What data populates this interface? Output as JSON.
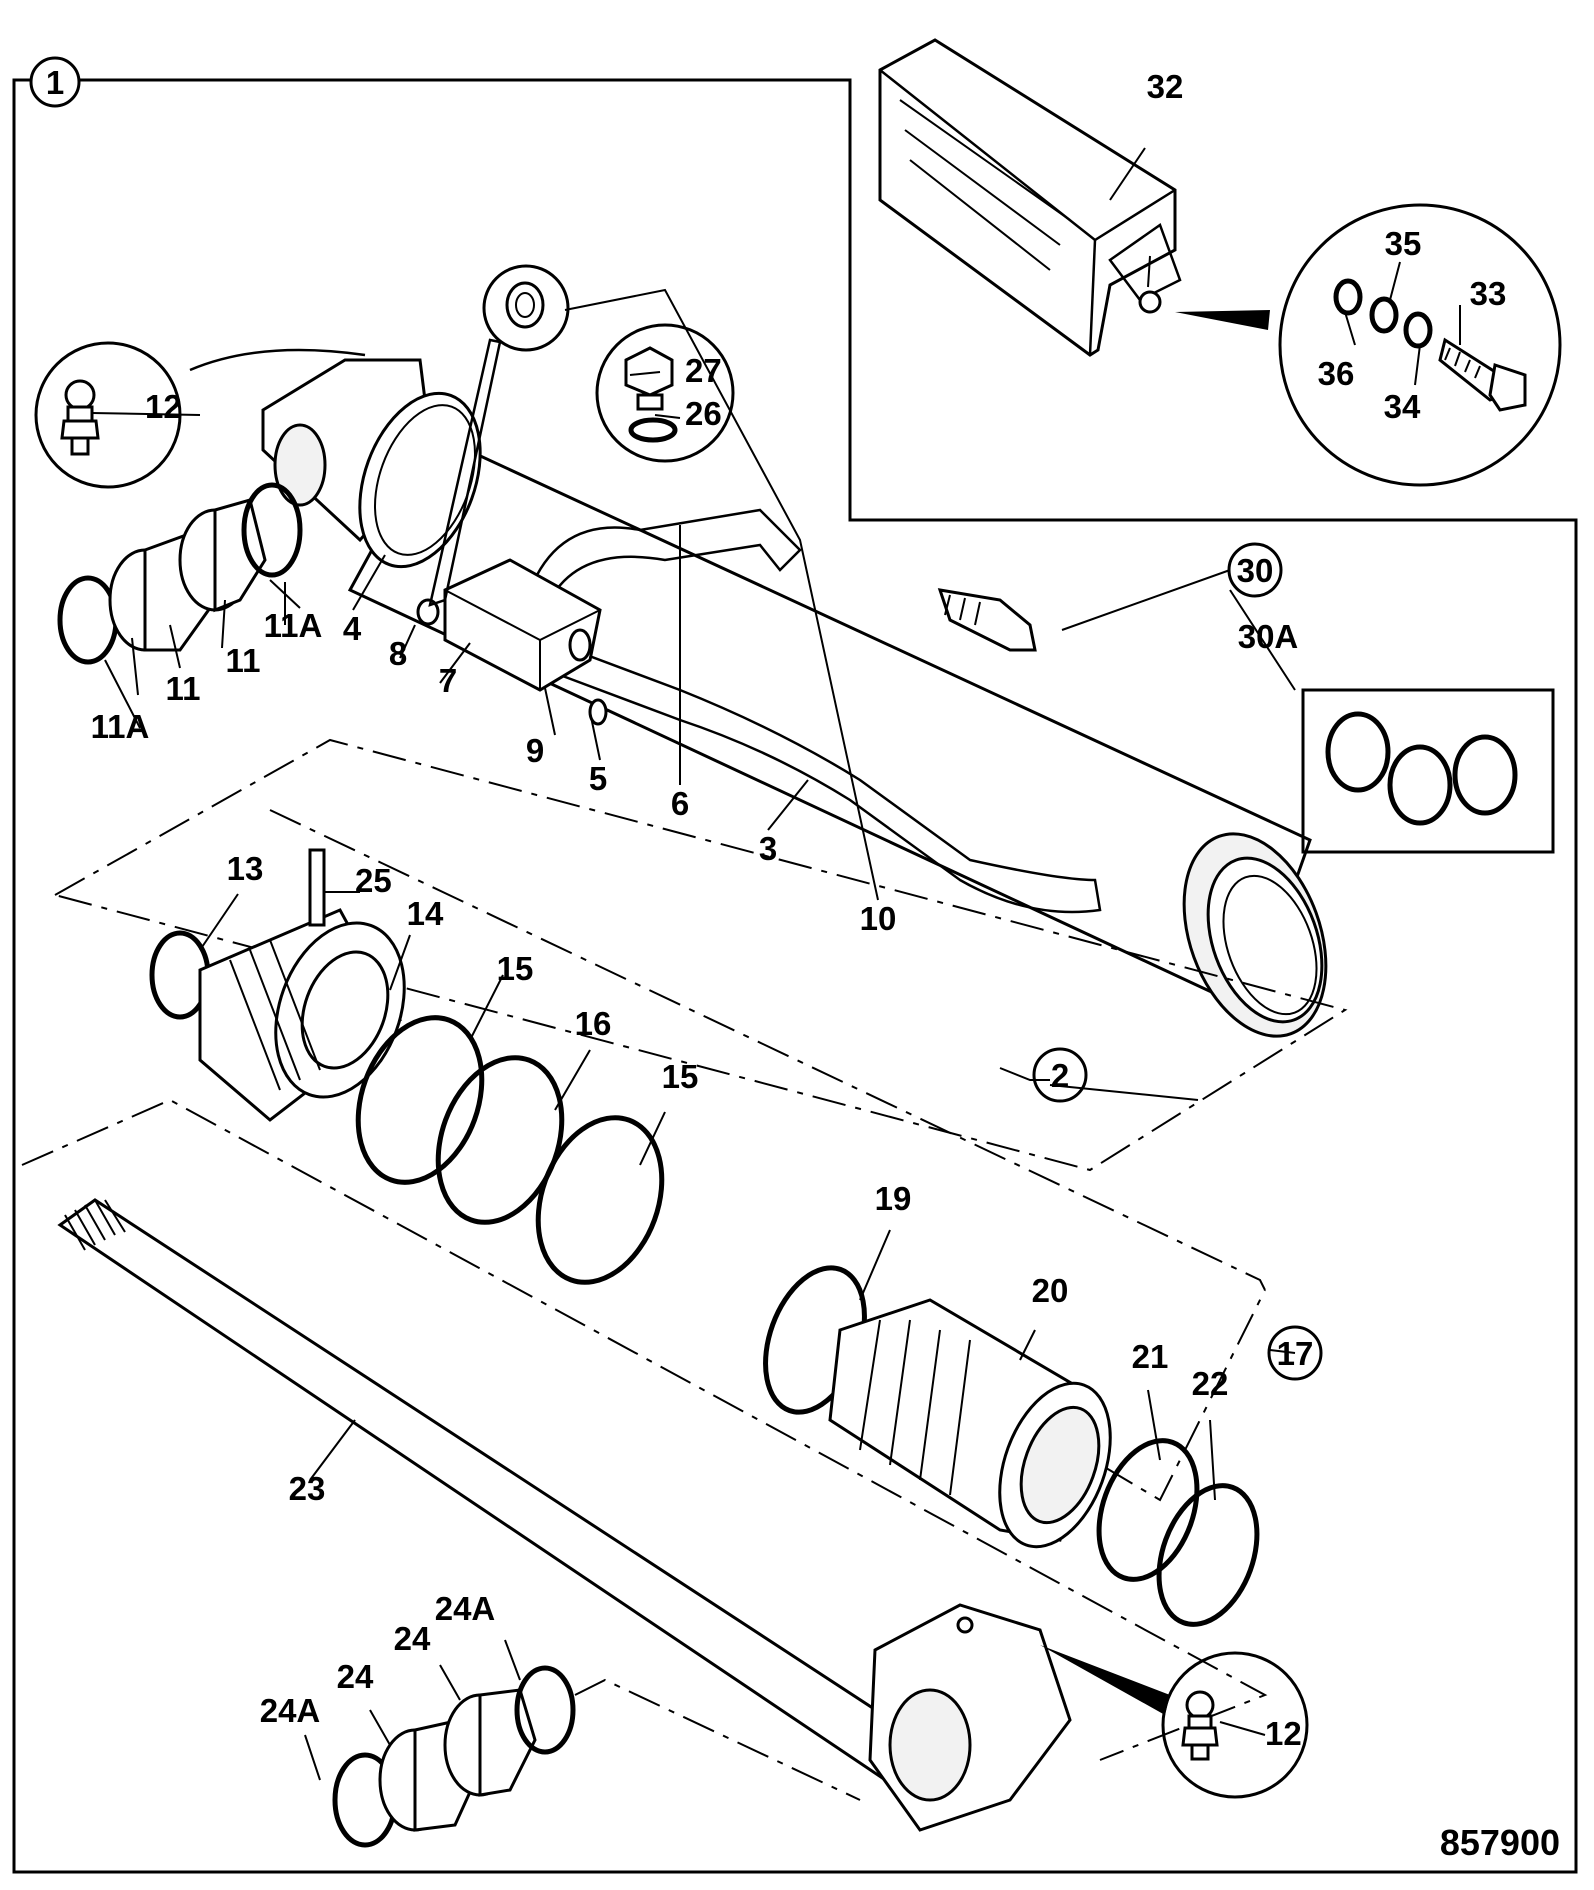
{
  "figure_number": "857900",
  "callouts": {
    "c1": "1",
    "c2": "2",
    "c3": "3",
    "c4": "4",
    "c5": "5",
    "c6": "6",
    "c7": "7",
    "c8": "8",
    "c9": "9",
    "c10": "10",
    "c11": "11",
    "c11A": "11A",
    "c12": "12",
    "c13": "13",
    "c14": "14",
    "c15": "15",
    "c16": "16",
    "c17": "17",
    "c19": "19",
    "c20": "20",
    "c21": "21",
    "c22": "22",
    "c23": "23",
    "c24": "24",
    "c24A": "24A",
    "c25": "25",
    "c26": "26",
    "c27": "27",
    "c30": "30",
    "c30A": "30A",
    "c32": "32",
    "c33": "33",
    "c34": "34",
    "c35": "35",
    "c36": "36"
  }
}
